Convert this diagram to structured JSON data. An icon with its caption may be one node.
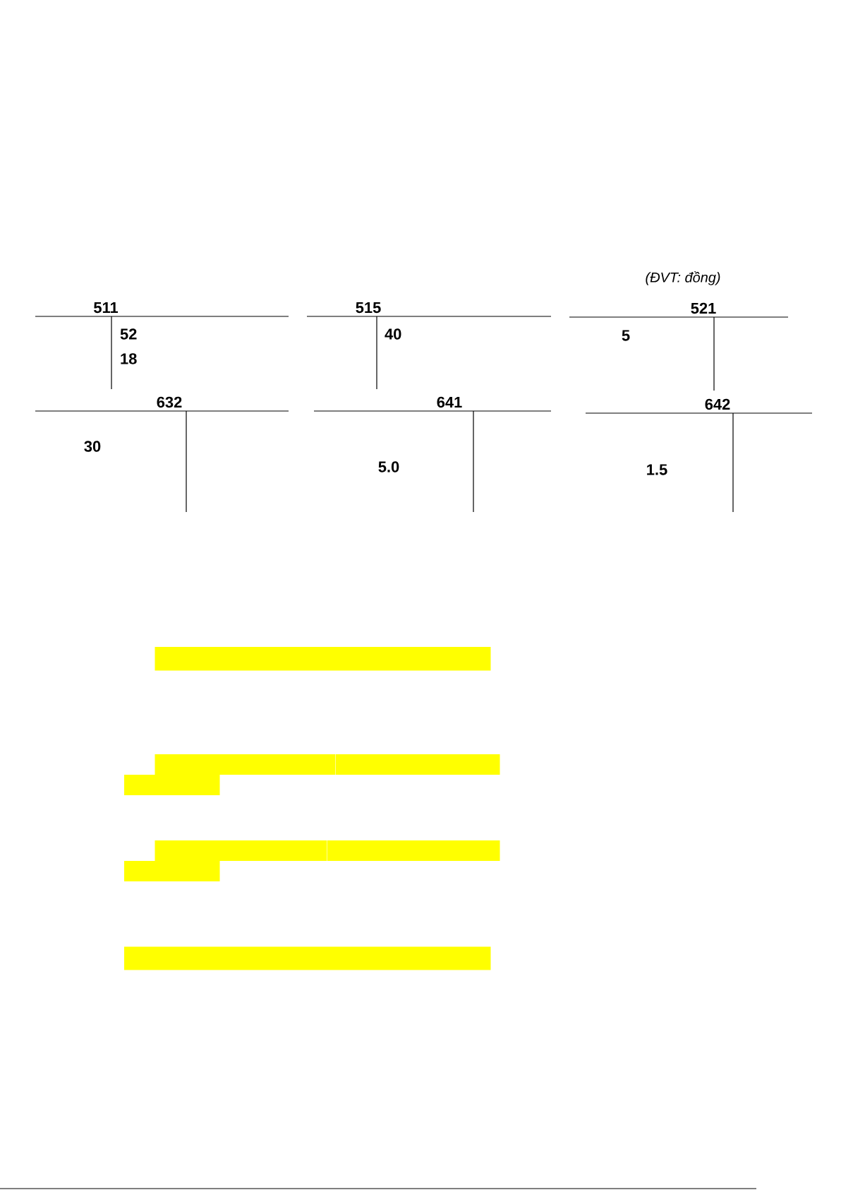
{
  "diagram": {
    "nodes": [
      {
        "text": [
          "511",
          "52",
          "18"
        ]
      },
      {
        "text": [
          "515",
          "40"
        ]
      },
      {
        "text": [
          "521",
          "5"
        ]
      },
      {
        "text": [
          "632",
          "30"
        ]
      },
      {
        "text": [
          "641",
          "5.0"
        ]
      },
      {
        "text": [
          "642",
          "1.5"
        ]
      }
    ],
    "labels": [
      "(ĐVT: đồng)"
    ]
  }
}
